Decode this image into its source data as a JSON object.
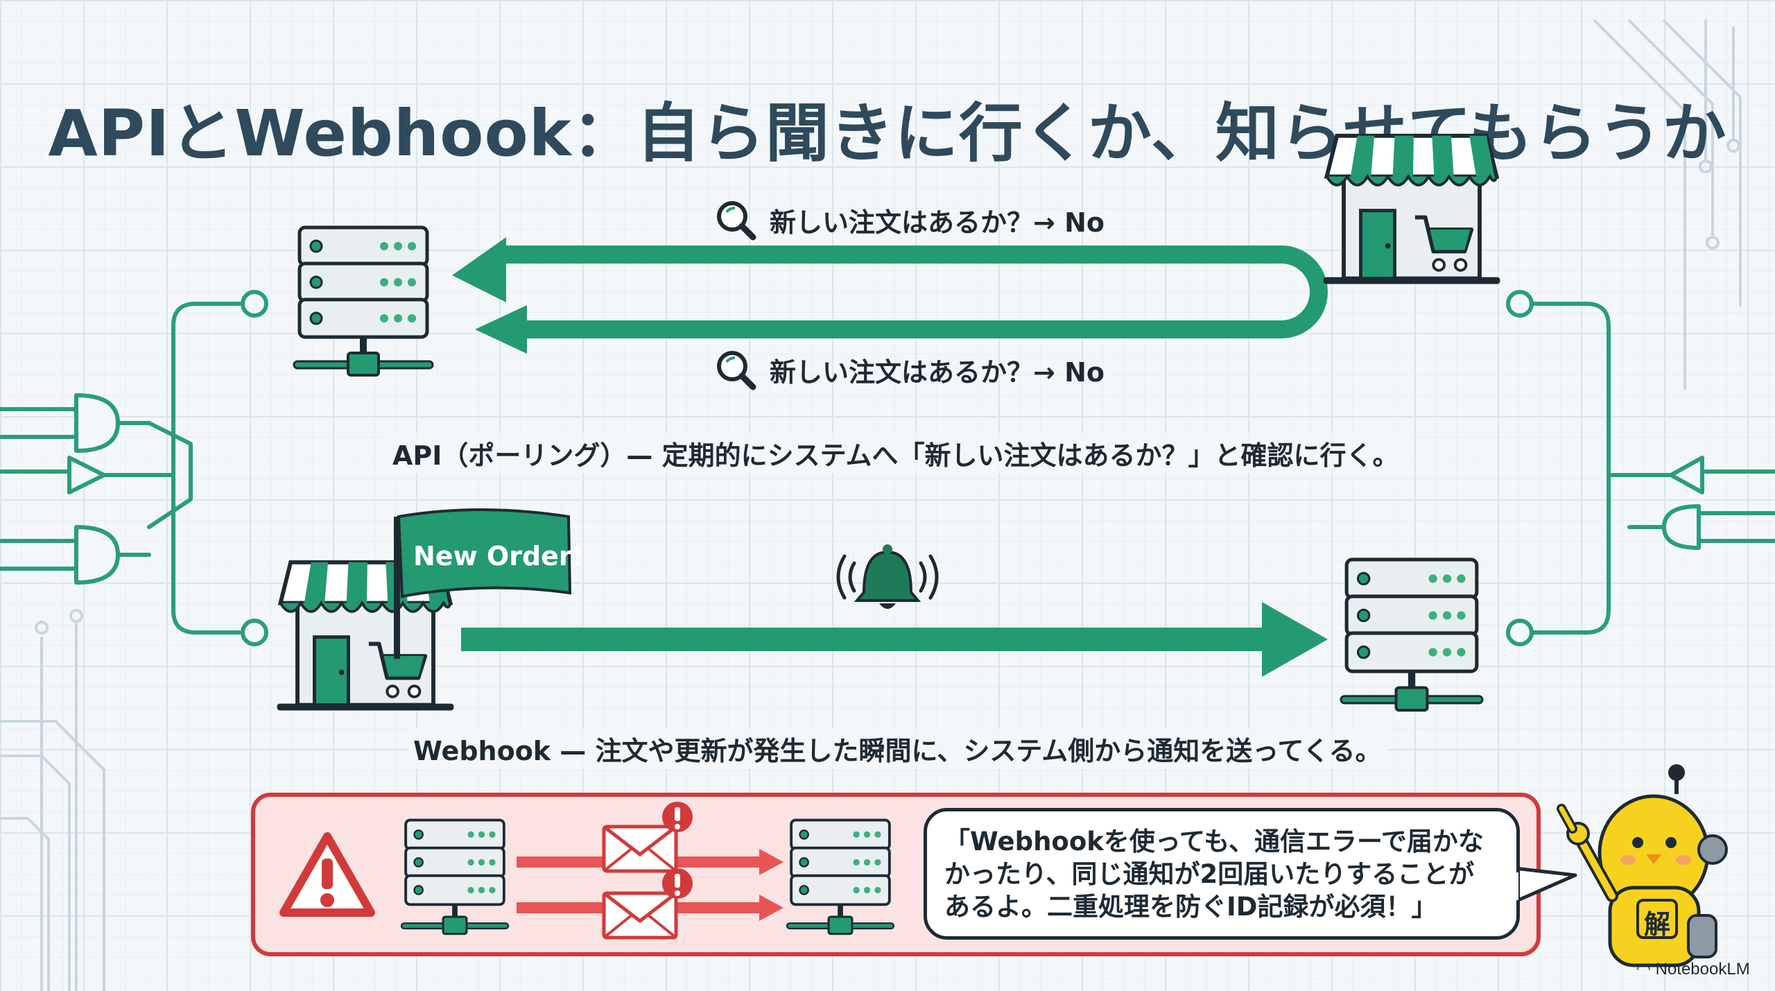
{
  "title": "APIとWebhook：自ら聞きに行くか、知らせてもらうか",
  "polling": {
    "query_top": "新しい注文はあるか？→ No",
    "query_bottom": "新しい注文はあるか？→ No",
    "caption": "API（ポーリング）— 定期的にシステムへ「新しい注文はあるか？」と確認に行く。"
  },
  "webhook": {
    "flag_label": "New Order!",
    "caption": "Webhook — 注文や更新が発生した瞬間に、システム側から通知を送ってくる。"
  },
  "warning": {
    "bubble_lines": [
      "「Webhookを使っても、通信エラーで届かな",
      "かったり、同じ通知が2回届いたりすることが",
      "あるよ。二重処理を防ぐID記録が必須！」"
    ],
    "mascot_badge": "解"
  },
  "branding": {
    "label": "NotebookLM"
  },
  "colors": {
    "green": "#239a72",
    "dark_green": "#1f7a5a",
    "red": "#d23a3a",
    "ink": "#1e2a33",
    "title": "#2f4a5c"
  },
  "icons": [
    "server-icon",
    "store-icon",
    "search-icon",
    "bell-icon",
    "warning-icon",
    "mail-icon",
    "mascot-icon",
    "circuit-decoration"
  ]
}
